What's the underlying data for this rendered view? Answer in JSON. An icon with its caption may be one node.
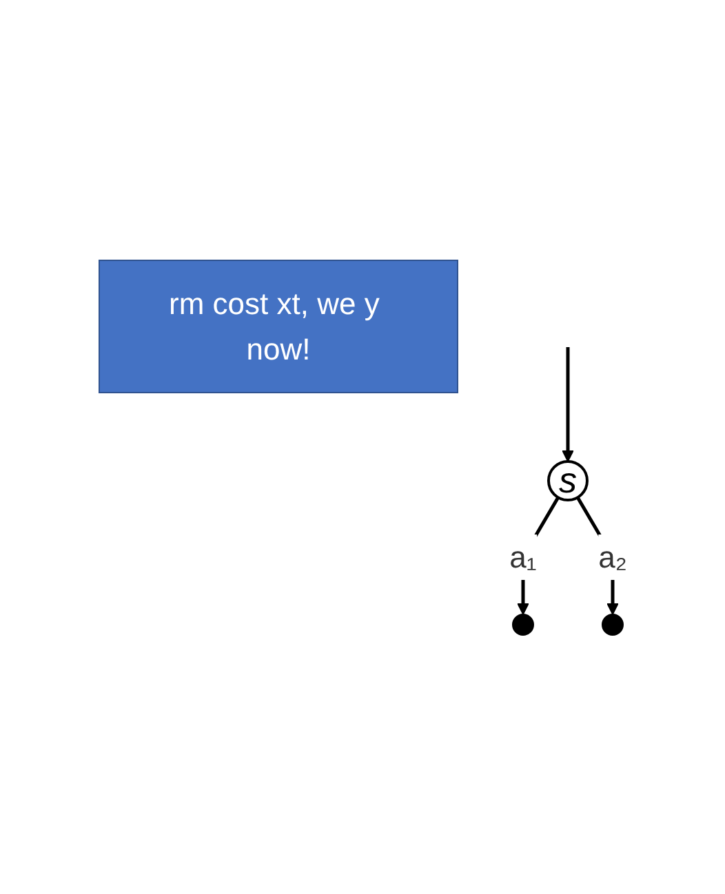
{
  "diagram": {
    "nodes": [
      {
        "text": [
          "rm cost xt, we y now!"
        ]
      },
      {
        "text": [
          "s"
        ]
      },
      {
        "text": [],
        "shape": "circle"
      },
      {
        "text": [],
        "shape": "circle"
      }
    ],
    "edges": [
      {
        "from": null,
        "to": 1,
        "arrow": "to"
      },
      {
        "from": 1,
        "to": 2,
        "arrow": "to",
        "label": "a₁"
      },
      {
        "from": 1,
        "to": 3,
        "arrow": "to",
        "label": "a₂"
      }
    ]
  }
}
